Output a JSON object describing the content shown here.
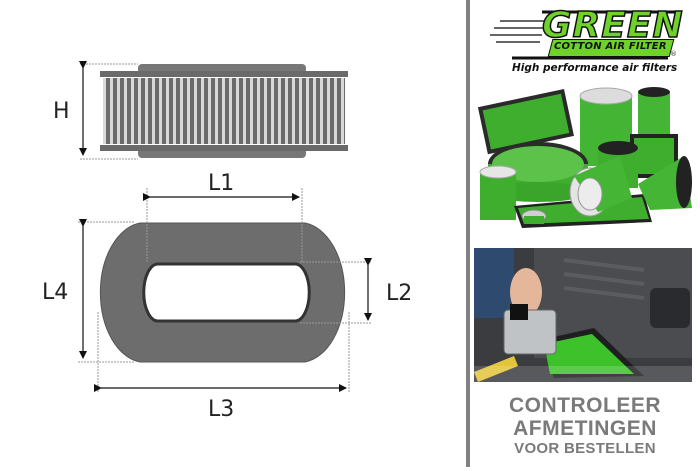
{
  "diagram": {
    "side_view": {
      "height_label": "H"
    },
    "top_view": {
      "inner_length_label": "L1",
      "inner_width_label": "L2",
      "outer_length_label": "L3",
      "outer_width_label": "L4"
    }
  },
  "brand": {
    "logo_word": "GREEN",
    "logo_subtitle": "COTTON AIR FILTER",
    "registered_mark": "®",
    "tagline": "High performance air filters",
    "accent_color": "#6fd22a"
  },
  "images": {
    "products_photo": "assorted-green-air-filters",
    "measuring_photo": "tape-measure-on-air-filter-box"
  },
  "call_to_action": {
    "line1": "CONTROLEER",
    "line2": "AFMETINGEN",
    "line3": "VOOR BESTELLEN"
  }
}
